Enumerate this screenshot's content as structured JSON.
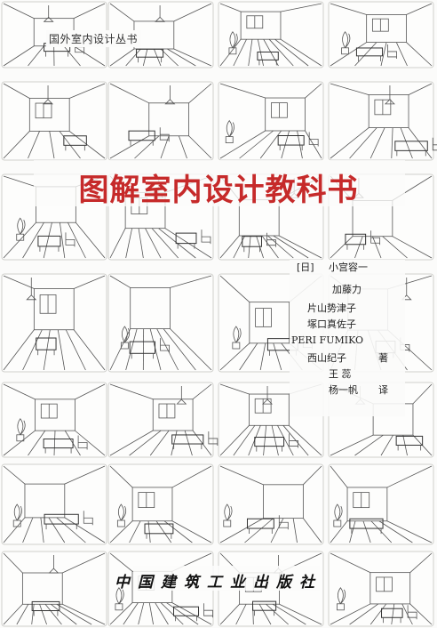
{
  "cover": {
    "series_name": "国外室内设计丛书",
    "title": "图解室内设计教科书",
    "title_color": "#c62a2a",
    "publisher": "中国建筑工业出版社",
    "credits": {
      "country_tag": "[日]",
      "author_1": "小宫容一",
      "author_2": "加藤力",
      "author_3": "片山势津子",
      "author_4": "塚口真佐子",
      "author_5": "PERI FUMIKO",
      "author_6": "西山纪子",
      "author_role": "著",
      "translator_1": "王 蕊",
      "translator_2": "杨一帆",
      "translator_role": "译"
    },
    "illustrations": "interior-sketch-grid"
  }
}
